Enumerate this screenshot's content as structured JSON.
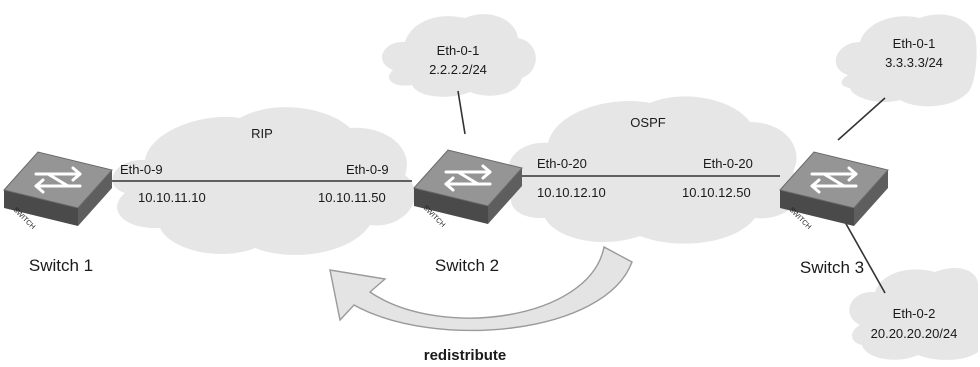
{
  "clouds": {
    "rip_label": "RIP",
    "ospf_label": "OSPF",
    "sw2_eth01": {
      "name": "Eth-0-1",
      "ip": "2.2.2.2/24"
    },
    "sw3_eth01": {
      "name": "Eth-0-1",
      "ip": "3.3.3.3/24"
    },
    "sw3_eth02": {
      "name": "Eth-0-2",
      "ip": "20.20.20.20/24"
    }
  },
  "switches": {
    "sw1": {
      "name": "Switch 1",
      "badge": "SWITCH"
    },
    "sw2": {
      "name": "Switch 2",
      "badge": "SWITCH"
    },
    "sw3": {
      "name": "Switch 3",
      "badge": "SWITCH"
    }
  },
  "links": {
    "sw1_port": "Eth-0-9",
    "sw1_ip": "10.10.11.10",
    "sw2_left_port": "Eth-0-9",
    "sw2_left_ip": "10.10.11.50",
    "sw2_right_port": "Eth-0-20",
    "sw2_right_ip": "10.10.12.10",
    "sw3_port": "Eth-0-20",
    "sw3_ip": "10.10.12.50"
  },
  "redistribute_label": "redistribute",
  "colors": {
    "cloud": "#e6e6e6",
    "switch_top": "#909090",
    "switch_side": "#555555",
    "line": "#333333",
    "arrow_fill": "#e4e4e4",
    "arrow_stroke": "#9a9a9a"
  },
  "icons": {
    "switch": "switch-icon",
    "cloud": "cloud-shape",
    "arrow": "redistribute-arrow"
  }
}
